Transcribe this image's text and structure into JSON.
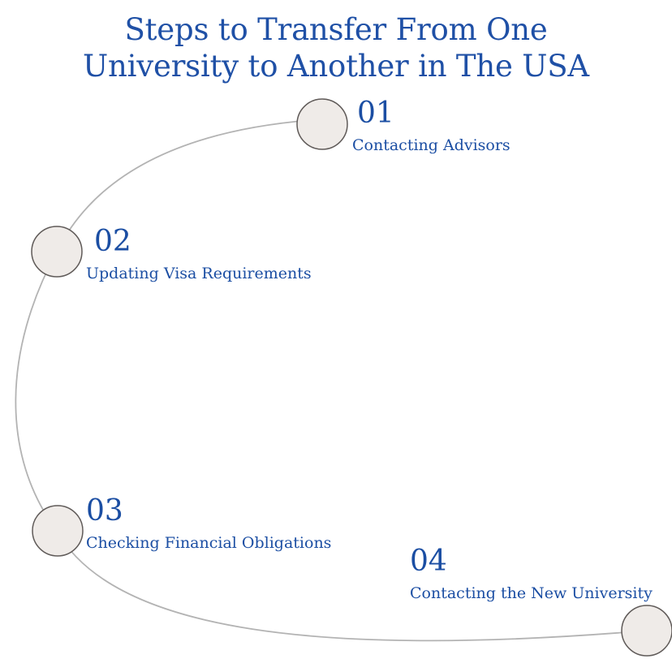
{
  "title": {
    "line1": "Steps to Transfer From One",
    "line2": "University to Another in The USA"
  },
  "steps": [
    {
      "number": "01",
      "label": "Contacting Advisors"
    },
    {
      "number": "02",
      "label": "Updating Visa Requirements"
    },
    {
      "number": "03",
      "label": "Checking Financial Obligations"
    },
    {
      "number": "04",
      "label": "Contacting the New University"
    }
  ],
  "colors": {
    "text": "#1b4ea3",
    "node_fill": "#efebe8",
    "node_stroke": "#5f5a58",
    "path_stroke": "#b3b3b3"
  }
}
